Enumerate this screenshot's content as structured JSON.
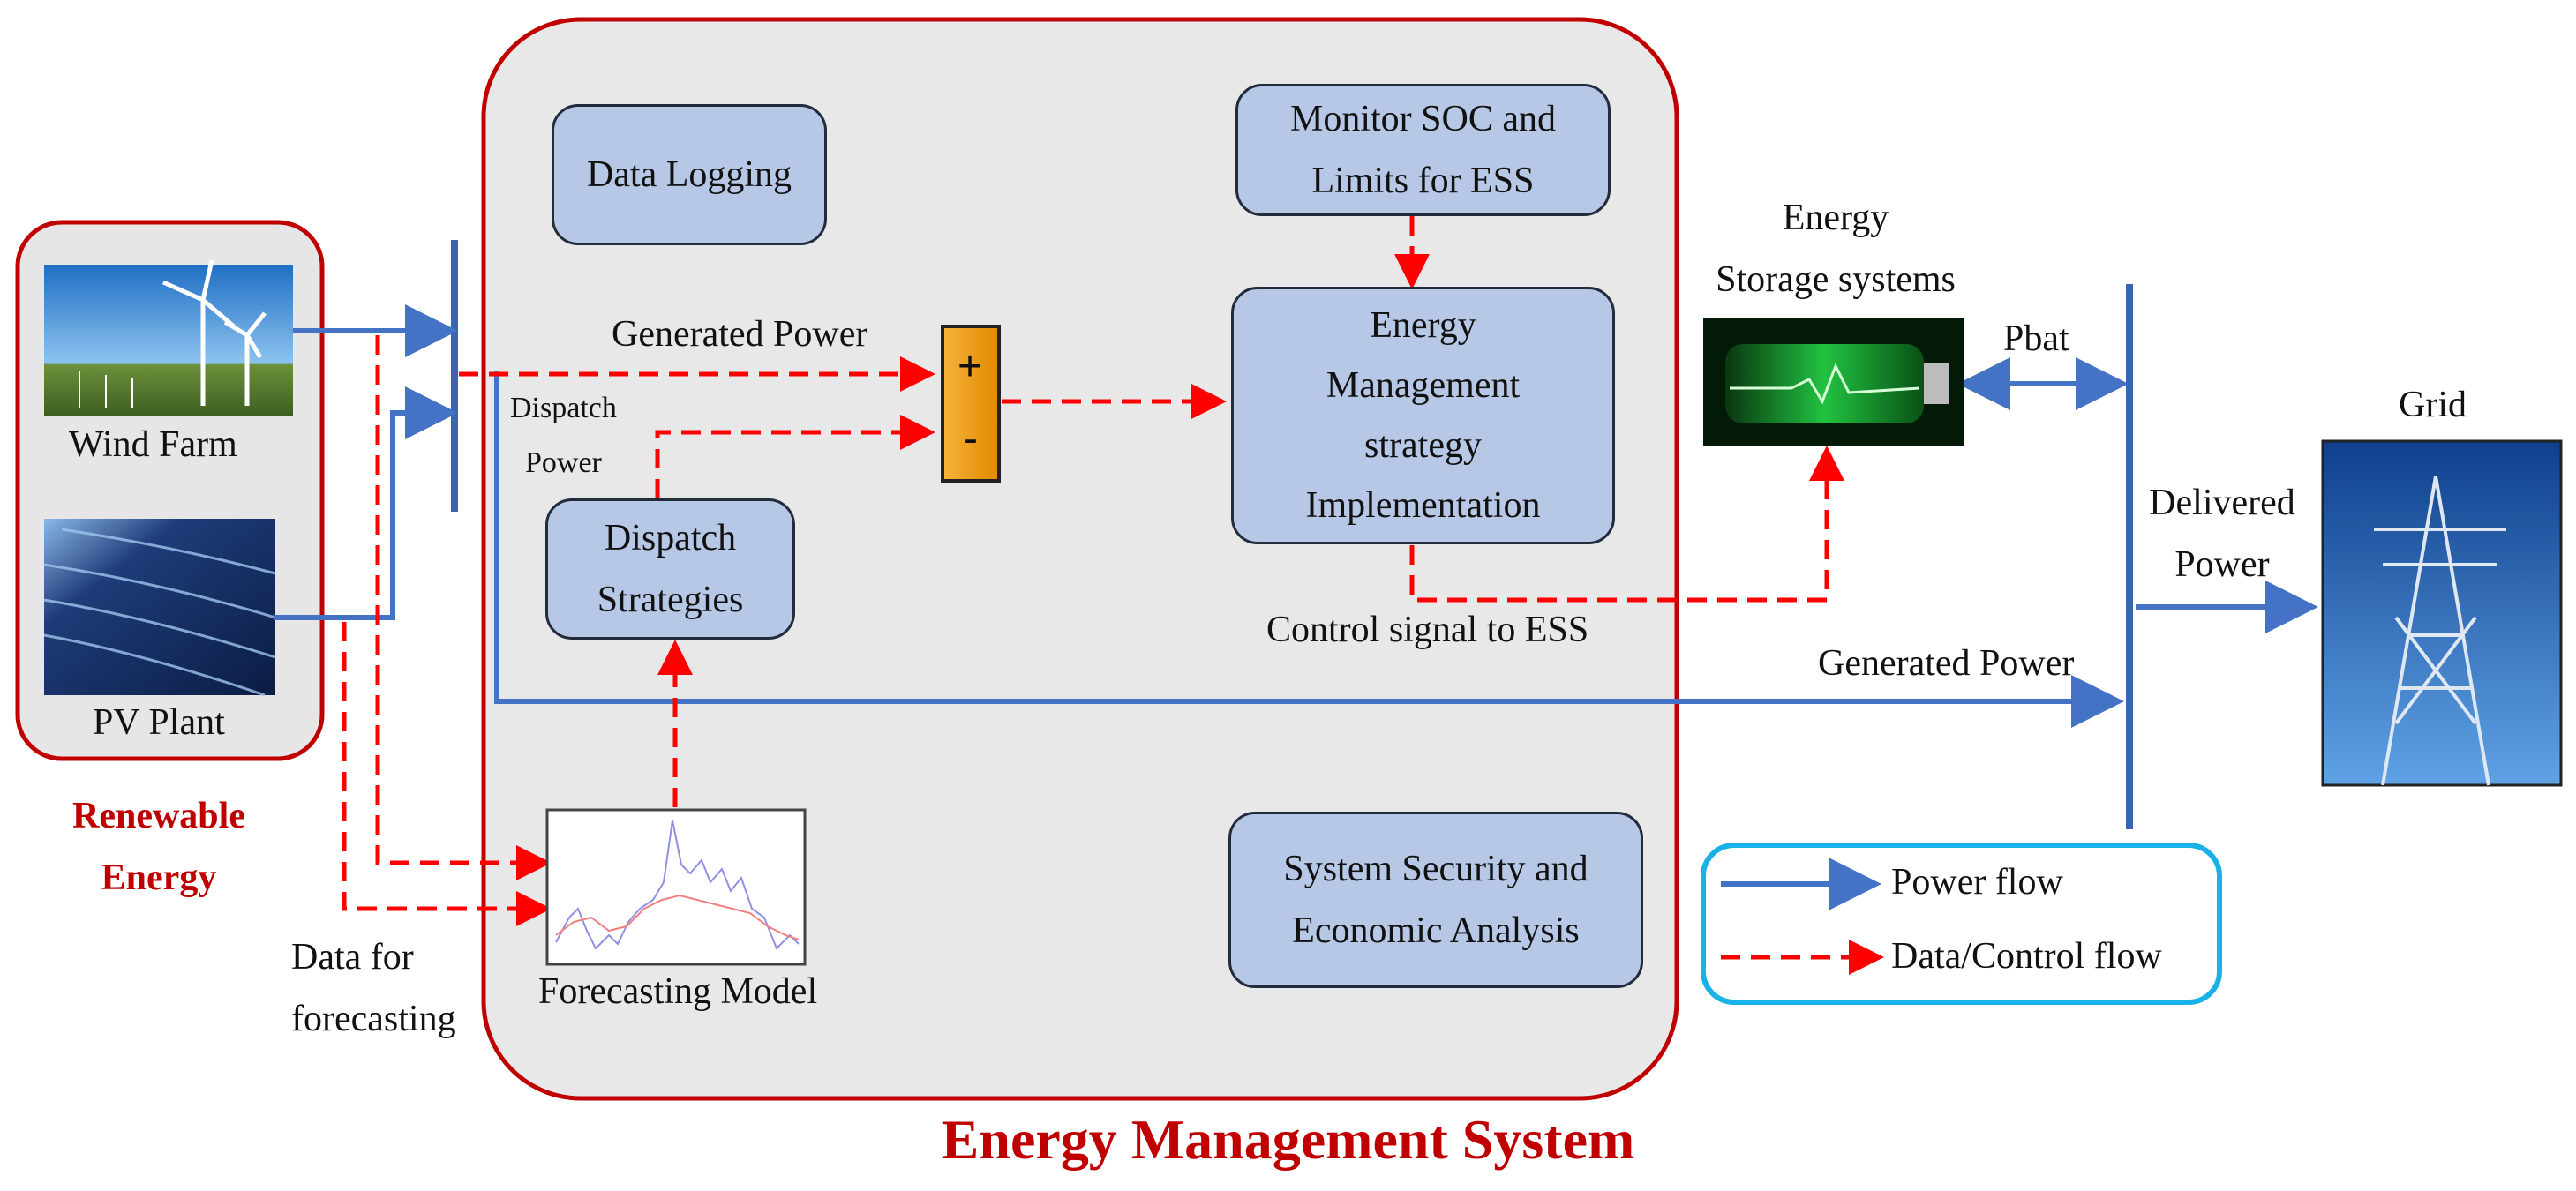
{
  "title": "Energy Management System",
  "renewable": {
    "label": "Renewable\nEnergy",
    "wind_label": "Wind Farm",
    "pv_label": "PV Plant"
  },
  "ems_blocks": {
    "data_logging": "Data Logging",
    "monitor_soc": "Monitor SOC and\nLimits for ESS",
    "ems_strategy": "Energy\nManagement\nstrategy\nImplementation",
    "dispatch_strategies": "Dispatch\nStrategies",
    "security_analysis": "System Security and\nEconomic Analysis",
    "forecasting_model": "Forecasting Model"
  },
  "summing_junction": {
    "plus": "+",
    "minus": "-"
  },
  "labels": {
    "generated_power_top": "Generated Power",
    "dispatch_power": "Dispatch\nPower",
    "control_signal": "Control signal to ESS",
    "generated_power_bottom": "Generated Power",
    "data_for_forecasting": "Data for\nforecasting",
    "ess_label": "Energy\nStorage systems",
    "pbat": "Pbat",
    "delivered_power": "Delivered\nPower",
    "grid": "Grid"
  },
  "legend": {
    "power_flow": "Power flow",
    "data_control_flow": "Data/Control flow"
  },
  "colors": {
    "power_line": "#4472c4",
    "data_line": "#ff0000",
    "title_red": "#c00000",
    "block_fill": "#b7c8e6",
    "ems_panel": "#e8e8e8",
    "legend_border": "#1ab0e8"
  }
}
